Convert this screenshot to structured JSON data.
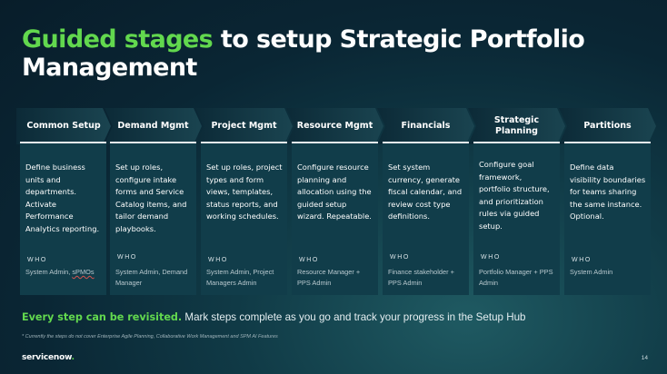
{
  "title": {
    "accent": "Guided stages",
    "rest": " to setup Strategic Portfolio Management"
  },
  "stages": [
    {
      "label": "Common Setup",
      "description": "Define business units and departments. Activate Performance Analytics reporting.",
      "who_label": "WHO",
      "who": "System Admin, ",
      "who_extra": "sPMOs"
    },
    {
      "label": "Demand Mgmt",
      "description": "Set up roles, configure intake forms and Service Catalog items, and tailor demand playbooks.",
      "who_label": "WHO",
      "who": "System Admin, Demand Manager",
      "who_extra": ""
    },
    {
      "label": "Project Mgmt",
      "description": "Set up roles, project types and form views, templates, status reports, and working schedules.",
      "who_label": "WHO",
      "who": "System Admin, Project Managers Admin",
      "who_extra": ""
    },
    {
      "label": "Resource Mgmt",
      "description": "Configure resource planning and allocation using the guided setup wizard. Repeatable.",
      "who_label": "WHO",
      "who": "Resource Manager + PPS Admin",
      "who_extra": ""
    },
    {
      "label": "Financials",
      "description": "Set system currency, generate fiscal calendar, and review cost type definitions.",
      "who_label": "WHO",
      "who": "Finance stakeholder + PPS Admin",
      "who_extra": ""
    },
    {
      "label": "Strategic Planning",
      "description": "Configure goal framework, portfolio structure, and prioritization rules via guided setup.",
      "who_label": "WHO",
      "who": "Portfolio Manager + PPS Admin",
      "who_extra": ""
    },
    {
      "label": "Partitions",
      "description": "Define data visibility boundaries for teams sharing the same instance. Optional.",
      "who_label": "WHO",
      "who": "System Admin",
      "who_extra": ""
    }
  ],
  "bottom": {
    "highlight": "Every step can be revisited.",
    "text": " Mark steps complete as you go and track your progress in the Setup Hub"
  },
  "footnote": "* Currently the steps do not cover Enterprise Agile Planning, Collaborative Work Management and SPM AI Features",
  "logo": {
    "name": "servicenow",
    "dot": "."
  },
  "page_number": "14",
  "colors": {
    "accent_green": "#62d84e",
    "background": "#0a2634",
    "card": "#113d4a"
  }
}
